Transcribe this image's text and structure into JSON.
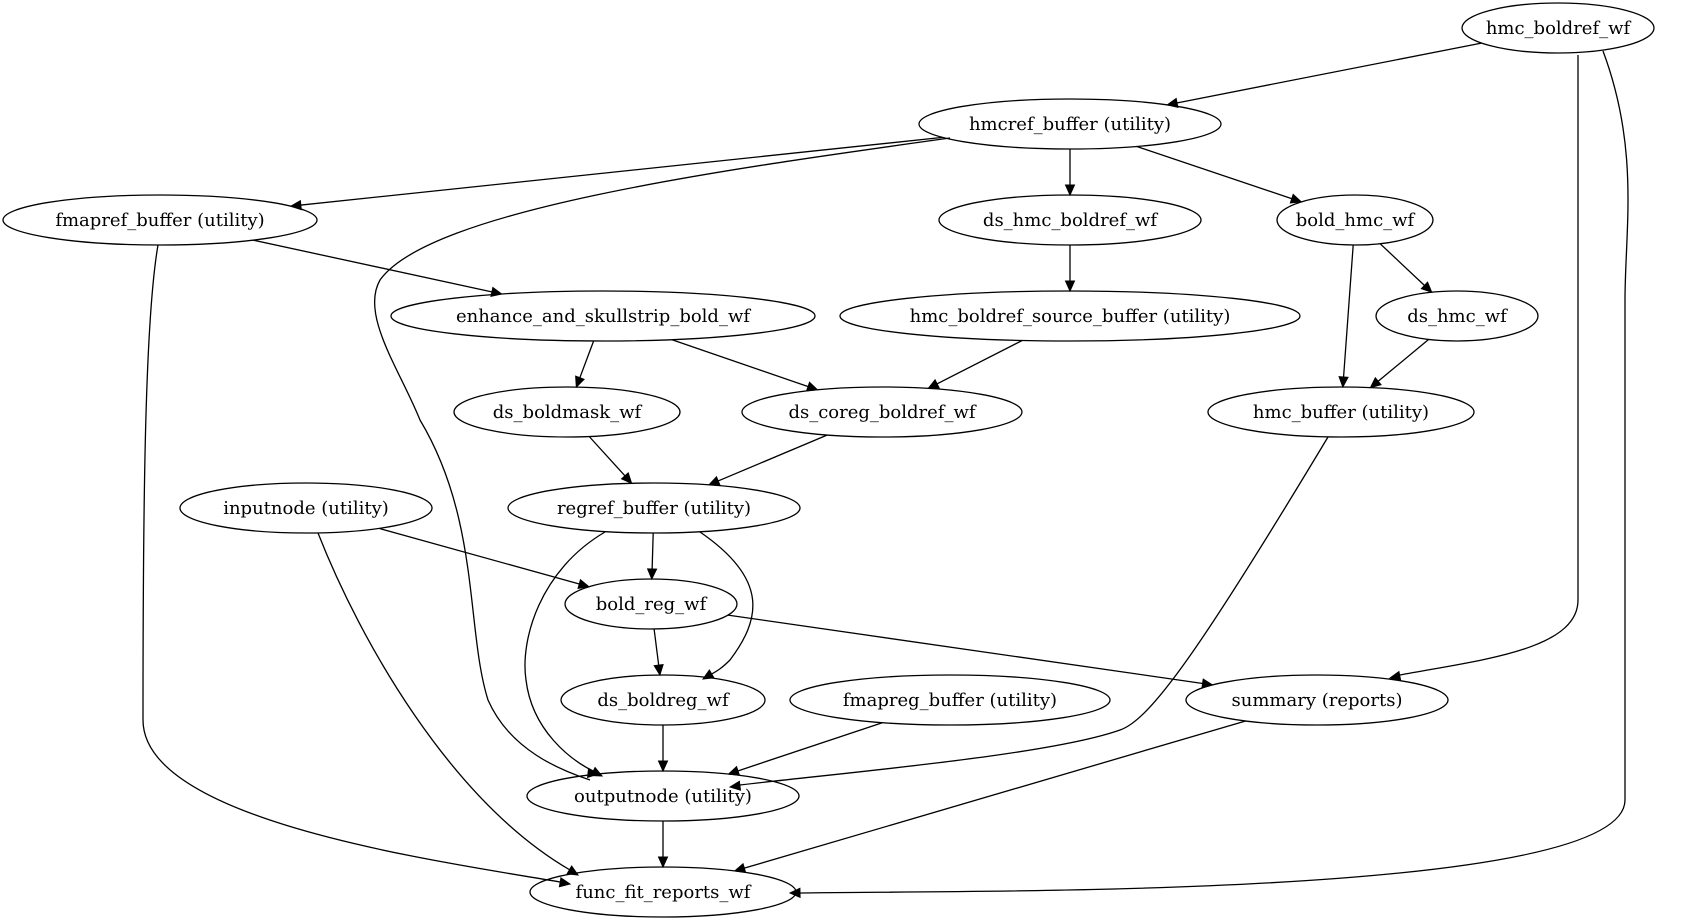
{
  "nodes": [
    {
      "id": "hmc_boldref_wf",
      "label": "hmc_boldref_wf"
    },
    {
      "id": "hmcref_buffer",
      "label": "hmcref_buffer (utility)"
    },
    {
      "id": "fmapref_buffer",
      "label": "fmapref_buffer (utility)"
    },
    {
      "id": "ds_hmc_boldref_wf",
      "label": "ds_hmc_boldref_wf"
    },
    {
      "id": "bold_hmc_wf",
      "label": "bold_hmc_wf"
    },
    {
      "id": "enhance_and_skullstrip_bold_wf",
      "label": "enhance_and_skullstrip_bold_wf"
    },
    {
      "id": "hmc_boldref_source_buffer",
      "label": "hmc_boldref_source_buffer (utility)"
    },
    {
      "id": "ds_hmc_wf",
      "label": "ds_hmc_wf"
    },
    {
      "id": "ds_boldmask_wf",
      "label": "ds_boldmask_wf"
    },
    {
      "id": "ds_coreg_boldref_wf",
      "label": "ds_coreg_boldref_wf"
    },
    {
      "id": "hmc_buffer",
      "label": "hmc_buffer (utility)"
    },
    {
      "id": "inputnode",
      "label": "inputnode (utility)"
    },
    {
      "id": "regref_buffer",
      "label": "regref_buffer (utility)"
    },
    {
      "id": "bold_reg_wf",
      "label": "bold_reg_wf"
    },
    {
      "id": "ds_boldreg_wf",
      "label": "ds_boldreg_wf"
    },
    {
      "id": "fmapreg_buffer",
      "label": "fmapreg_buffer (utility)"
    },
    {
      "id": "summary",
      "label": "summary (reports)"
    },
    {
      "id": "outputnode",
      "label": "outputnode (utility)"
    },
    {
      "id": "func_fit_reports_wf",
      "label": "func_fit_reports_wf"
    }
  ],
  "edges": [
    {
      "from": "hmc_boldref_wf",
      "to": "hmcref_buffer"
    },
    {
      "from": "hmc_boldref_wf",
      "to": "summary"
    },
    {
      "from": "hmc_boldref_wf",
      "to": "func_fit_reports_wf"
    },
    {
      "from": "hmcref_buffer",
      "to": "fmapref_buffer"
    },
    {
      "from": "hmcref_buffer",
      "to": "ds_hmc_boldref_wf"
    },
    {
      "from": "hmcref_buffer",
      "to": "bold_hmc_wf"
    },
    {
      "from": "hmcref_buffer",
      "to": "outputnode"
    },
    {
      "from": "fmapref_buffer",
      "to": "enhance_and_skullstrip_bold_wf"
    },
    {
      "from": "fmapref_buffer",
      "to": "func_fit_reports_wf"
    },
    {
      "from": "ds_hmc_boldref_wf",
      "to": "hmc_boldref_source_buffer"
    },
    {
      "from": "bold_hmc_wf",
      "to": "ds_hmc_wf"
    },
    {
      "from": "bold_hmc_wf",
      "to": "hmc_buffer"
    },
    {
      "from": "ds_hmc_wf",
      "to": "hmc_buffer"
    },
    {
      "from": "enhance_and_skullstrip_bold_wf",
      "to": "ds_boldmask_wf"
    },
    {
      "from": "enhance_and_skullstrip_bold_wf",
      "to": "ds_coreg_boldref_wf"
    },
    {
      "from": "hmc_boldref_source_buffer",
      "to": "ds_coreg_boldref_wf"
    },
    {
      "from": "ds_boldmask_wf",
      "to": "regref_buffer"
    },
    {
      "from": "ds_coreg_boldref_wf",
      "to": "regref_buffer"
    },
    {
      "from": "hmc_buffer",
      "to": "outputnode"
    },
    {
      "from": "inputnode",
      "to": "bold_reg_wf"
    },
    {
      "from": "inputnode",
      "to": "func_fit_reports_wf"
    },
    {
      "from": "regref_buffer",
      "to": "bold_reg_wf"
    },
    {
      "from": "regref_buffer",
      "to": "ds_boldreg_wf"
    },
    {
      "from": "regref_buffer",
      "to": "outputnode"
    },
    {
      "from": "bold_reg_wf",
      "to": "ds_boldreg_wf"
    },
    {
      "from": "bold_reg_wf",
      "to": "summary"
    },
    {
      "from": "ds_boldreg_wf",
      "to": "outputnode"
    },
    {
      "from": "fmapreg_buffer",
      "to": "outputnode"
    },
    {
      "from": "summary",
      "to": "func_fit_reports_wf"
    },
    {
      "from": "outputnode",
      "to": "func_fit_reports_wf"
    }
  ]
}
